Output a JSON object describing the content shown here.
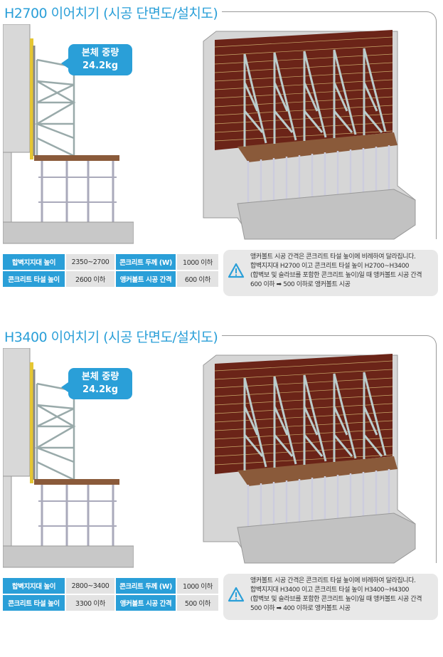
{
  "sections": [
    {
      "title": "H2700 이어치기 (시공 단면도/설치도)",
      "weight_label": "본체 중량",
      "weight_value": "24.2kg",
      "specs": [
        {
          "key": "합벽지지대 높이",
          "value": "2350~2700"
        },
        {
          "key": "콘크리트 두께 (W)",
          "value": "1000 이하"
        },
        {
          "key": "콘크리트 타설 높이",
          "value": "2600 이하"
        },
        {
          "key": "앵커볼트 시공 간격",
          "value": "600 이하"
        }
      ],
      "note_lines": [
        "앵커볼트 시공 간격은 콘크리트 타설 높이에 비례하여 달라집니다.",
        "합벽지지대 H2700 이고 콘크리트 타설 높이 H2700~H3400",
        "(합벽보 및 슬라브를 포함한 콘크리트 높이)일 때 앵커볼트 시공 간격",
        "600 이하 ➡ 500 이하로 앵커볼트 시공"
      ]
    },
    {
      "title": "H3400 이어치기 (시공 단면도/설치도)",
      "weight_label": "본체 중량",
      "weight_value": "24.2kg",
      "specs": [
        {
          "key": "합벽지지대 높이",
          "value": "2800~3400"
        },
        {
          "key": "콘크리트 두께 (W)",
          "value": "1000 이하"
        },
        {
          "key": "콘크리트 타설 높이",
          "value": "3300 이하"
        },
        {
          "key": "앵커볼트 시공 간격",
          "value": "500 이하"
        }
      ],
      "note_lines": [
        "앵커볼트 시공 간격은 콘크리트 타설 높이에 비례하여 달라집니다.",
        "합벽지지대 H3400 이고 콘크리트 타설 높이 H3400~H4300",
        "(합벽보 및 슬라브를 포함한 콘크리트 높이)일 때 앵커볼트 시공 간격",
        "500 이하 ➡ 400 이하로 앵커볼트 시공"
      ]
    }
  ],
  "colors": {
    "accent": "#2a9fd8",
    "form": "#6b2418",
    "deck": "#8a5a3a"
  }
}
